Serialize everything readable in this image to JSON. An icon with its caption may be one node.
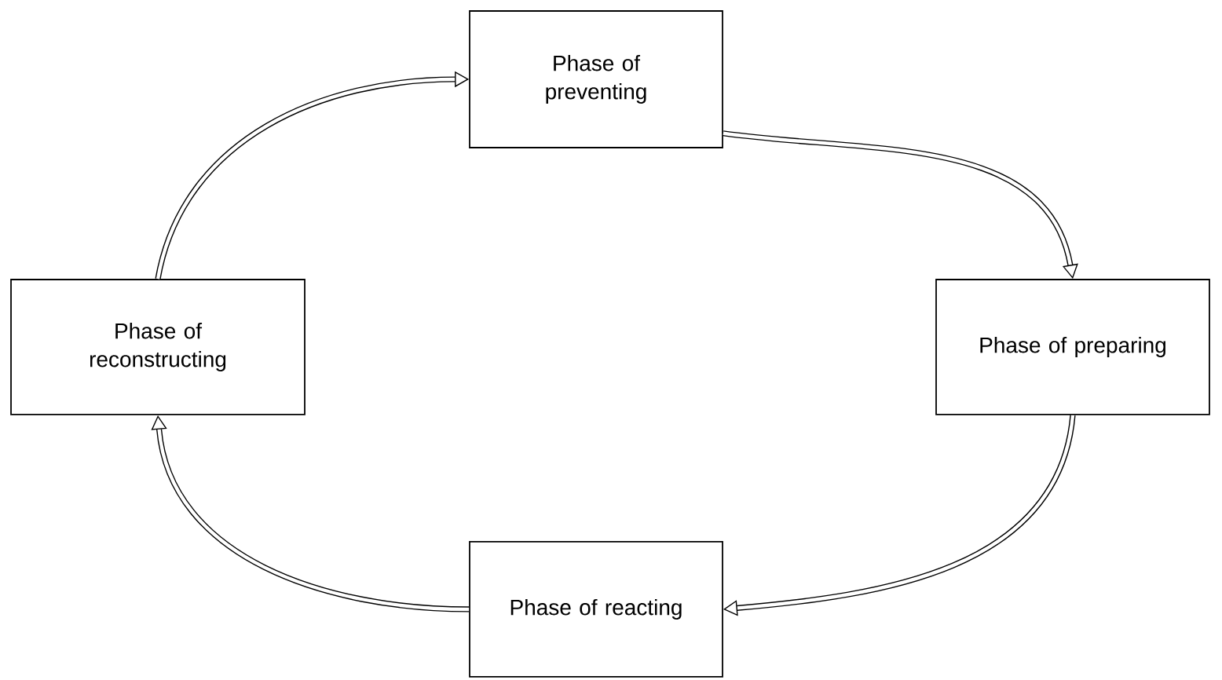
{
  "diagram": {
    "nodes": [
      {
        "text": [
          "Phase of preventing"
        ]
      },
      {
        "text": [
          "Phase of reacting"
        ]
      },
      {
        "text": [
          "Phase of preparing"
        ]
      },
      {
        "text": [
          "Phase of reconstructing"
        ]
      }
    ],
    "edges": [
      {
        "from": 3,
        "to": 0,
        "arrow": "to"
      },
      {
        "from": 0,
        "to": 2,
        "arrow": "to"
      },
      {
        "from": 2,
        "to": 1,
        "arrow": "to"
      },
      {
        "from": 1,
        "to": 3,
        "arrow": "to"
      }
    ]
  }
}
